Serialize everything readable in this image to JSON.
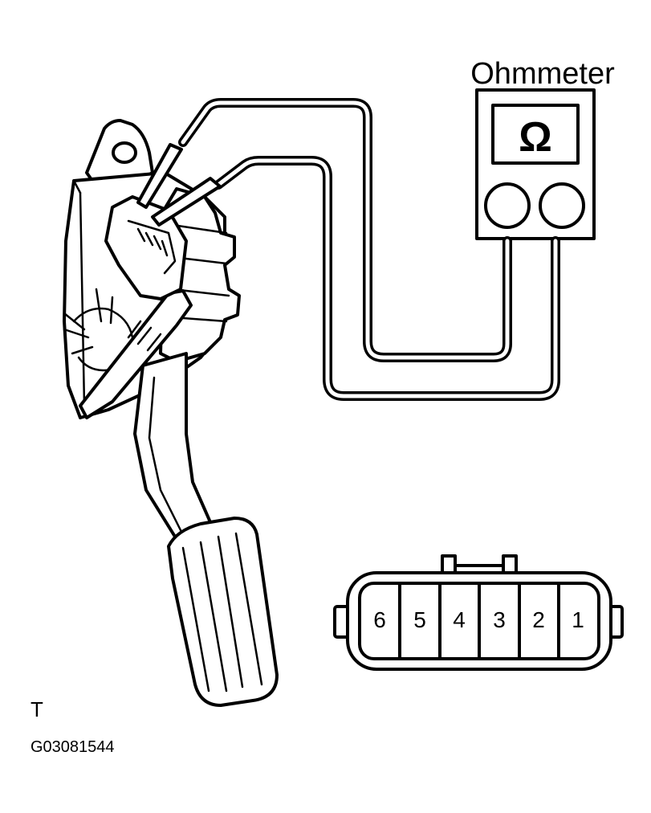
{
  "meter": {
    "title": "Ohmmeter",
    "symbol": "Ω"
  },
  "connector": {
    "pins": [
      "6",
      "5",
      "4",
      "3",
      "2",
      "1"
    ]
  },
  "corner_mark": "T",
  "figure_code": "G03081544"
}
